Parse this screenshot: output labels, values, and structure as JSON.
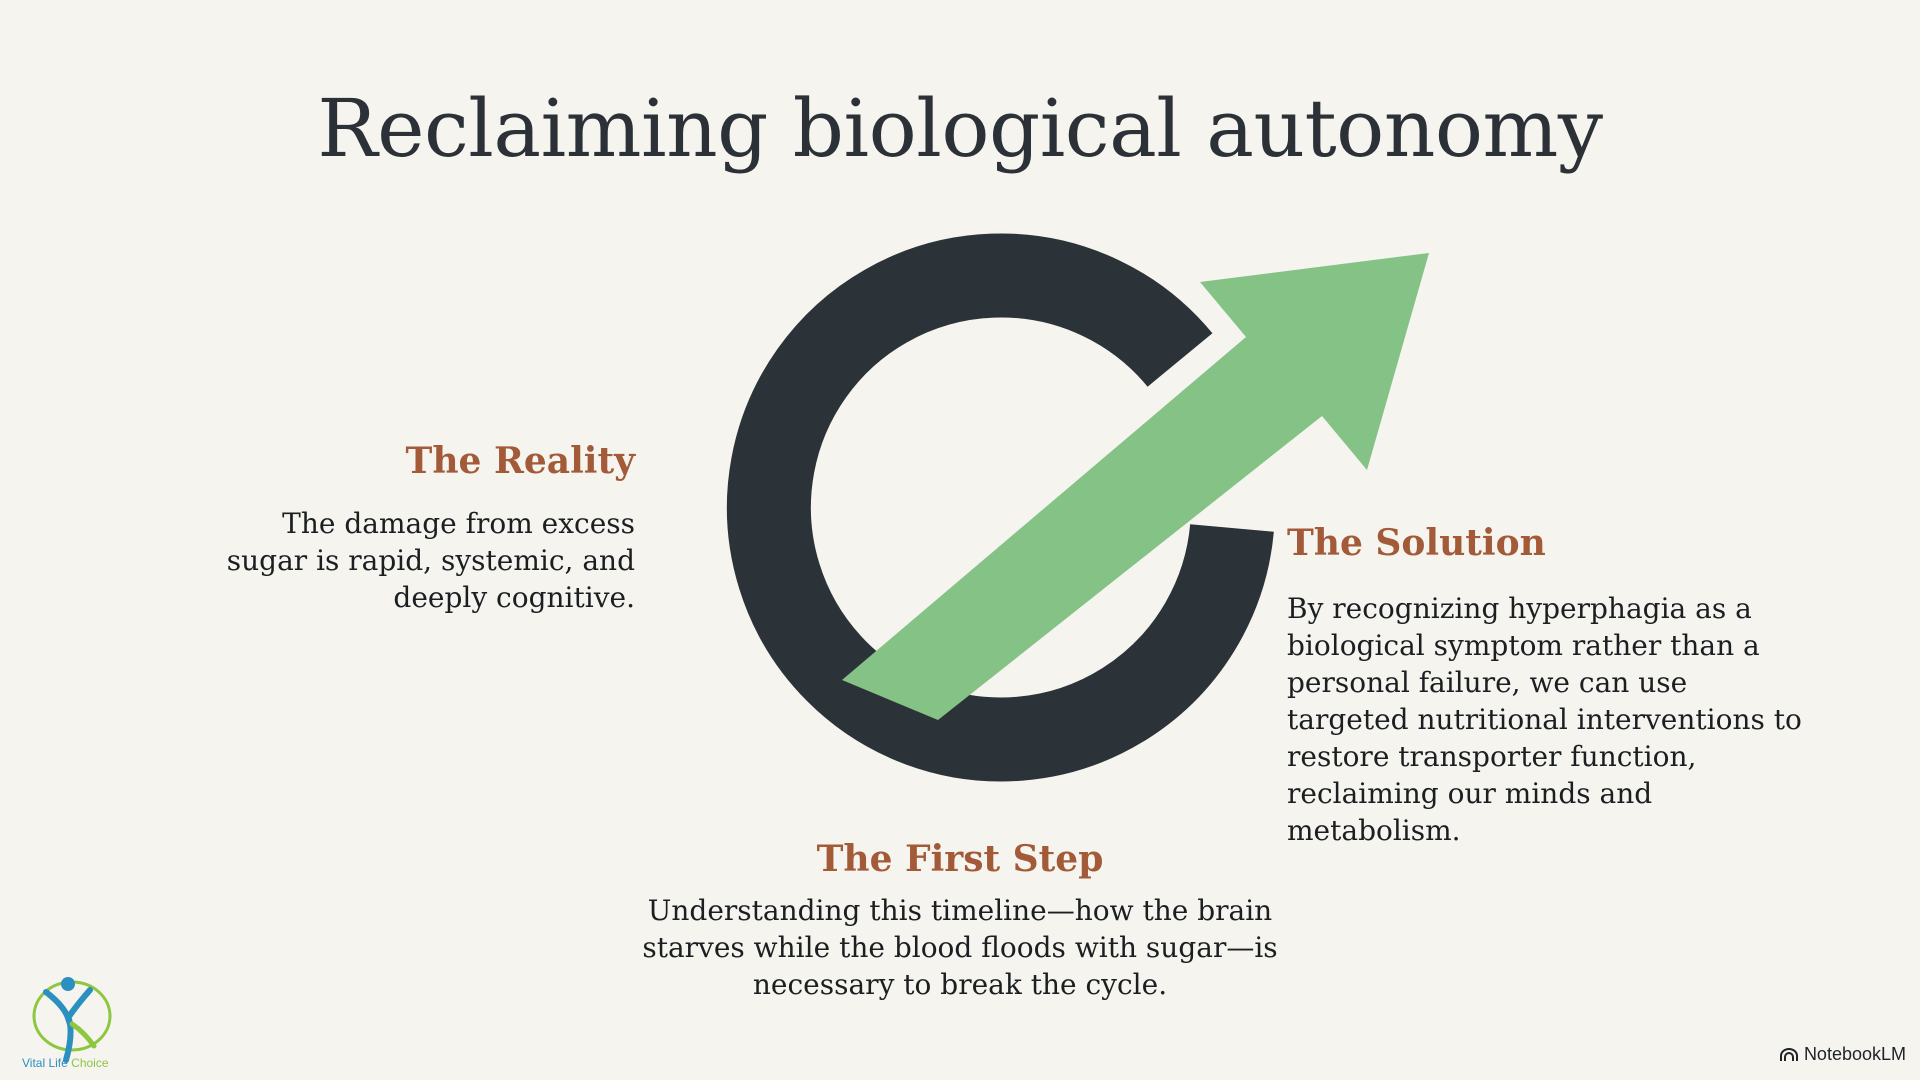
{
  "slide": {
    "title": "Reclaiming biological autonomy"
  },
  "reality": {
    "heading": "The Reality",
    "body": "The damage from excess sugar is rapid, systemic, and deeply cognitive."
  },
  "solution": {
    "heading": "The Solution",
    "body": "By recognizing hyperphagia as a biological symptom rather than a personal failure, we can use targeted nutritional interventions to restore transporter function, reclaiming our minds and metabolism."
  },
  "first_step": {
    "heading": "The First Step",
    "body": "Understanding this timeline—how the brain starves while the blood floods with sugar—is necessary to break the cycle."
  },
  "logo": {
    "word1": "Vital Life",
    "word2": "Choice"
  },
  "brand": {
    "label": "NotebookLM",
    "icon": "notebooklm-icon"
  },
  "colors": {
    "ring": "#2c3338",
    "arrow": "#84c286",
    "heading_accent": "#a35a38"
  }
}
